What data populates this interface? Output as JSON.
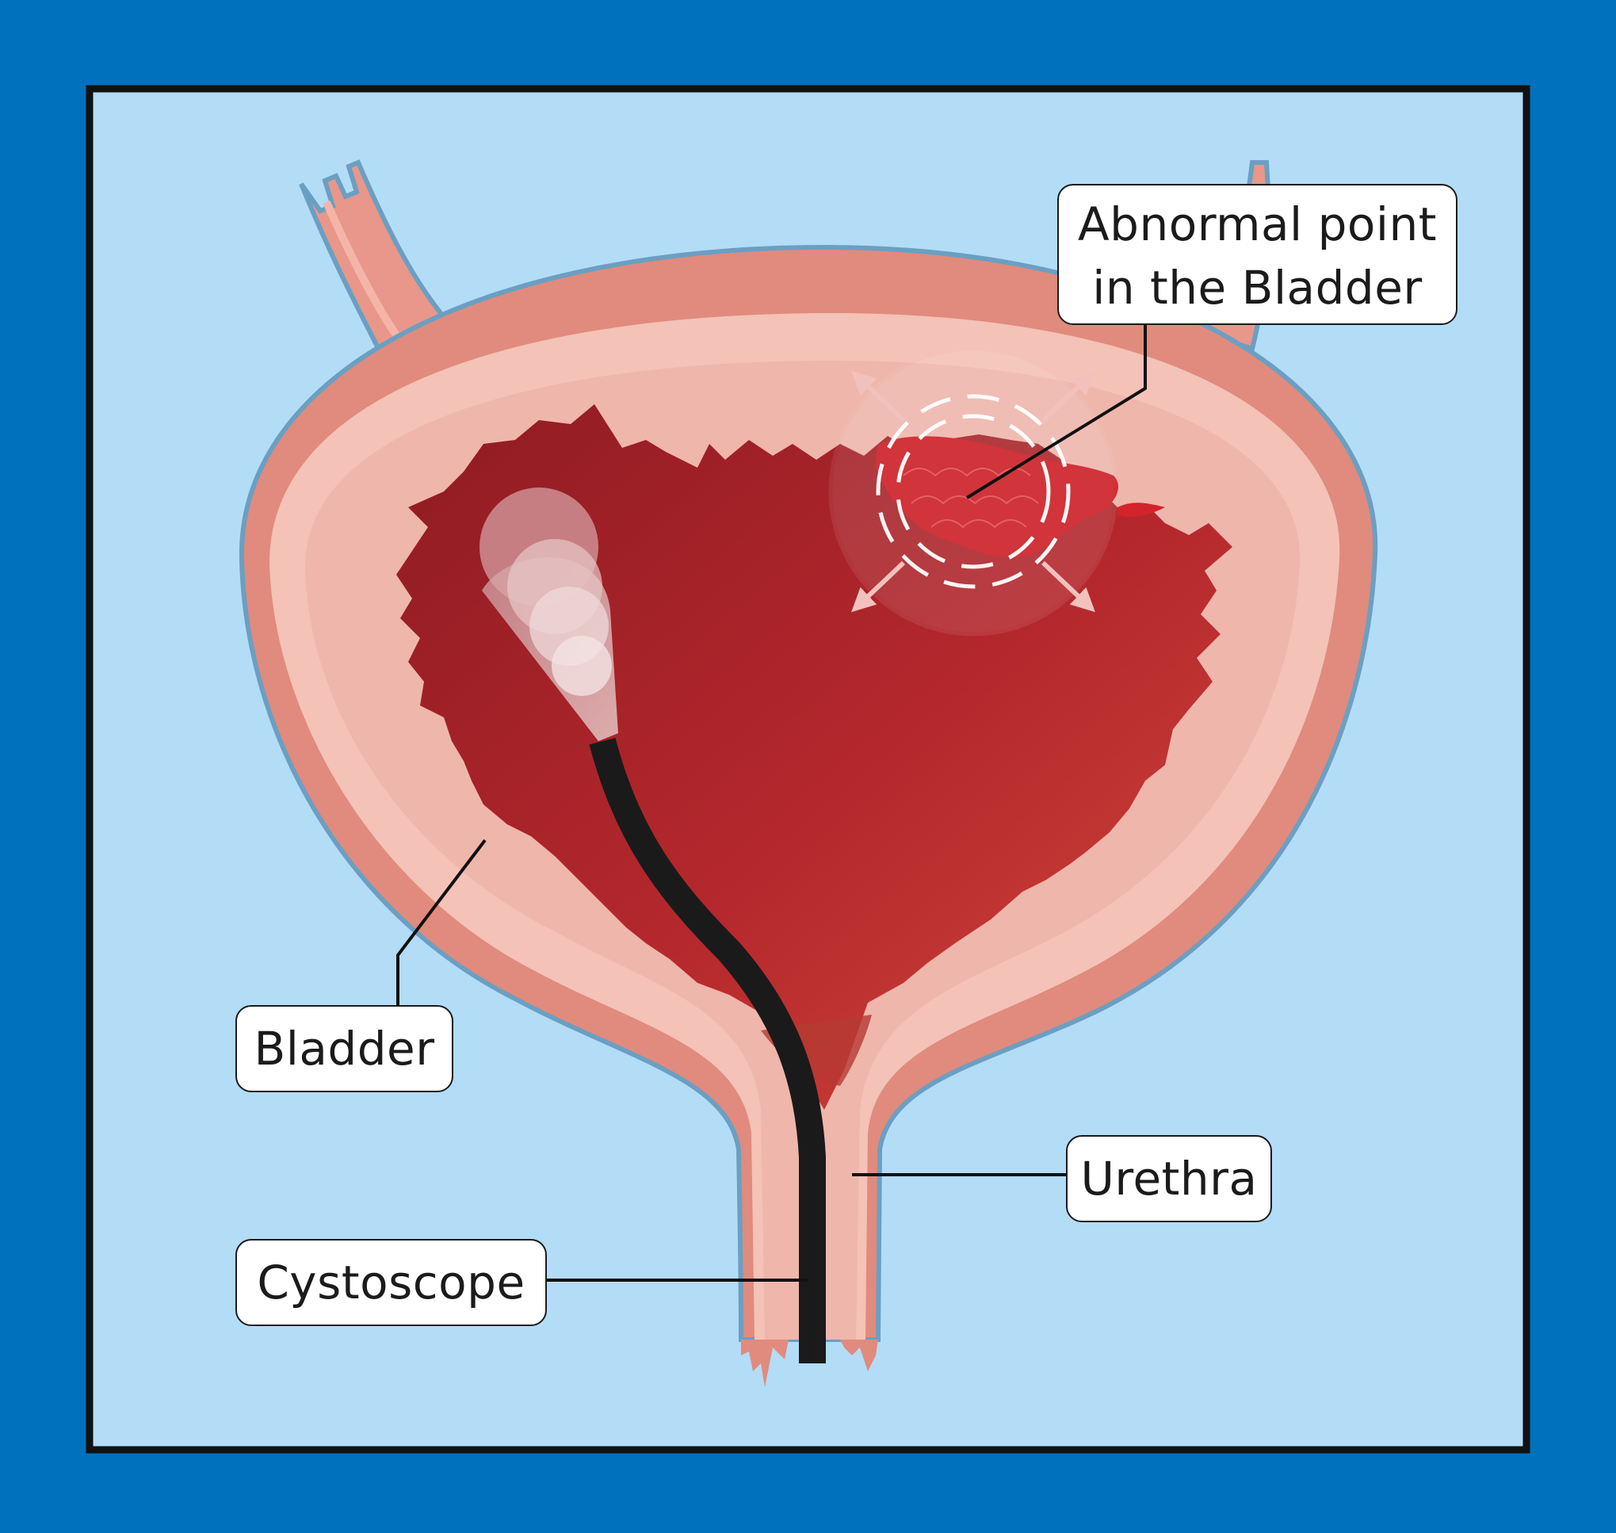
{
  "colors": {
    "frame": "#0071bd",
    "panel_background": "#b3dcf7",
    "panel_border": "#111111",
    "bladder_outer": "#e08b7d",
    "bladder_mid": "#f4c2b6",
    "bladder_inner": "#efb6ac",
    "bladder_cavity": "#b4282c",
    "abnormal_tissue": "#cc1d25",
    "cystoscope": "#1a1a1a",
    "label_background": "#ffffff",
    "label_text": "#1b1b1b"
  },
  "labels": {
    "abnormal_point": {
      "line1": "Abnormal point",
      "line2": "in the Bladder"
    },
    "bladder": "Bladder",
    "urethra": "Urethra",
    "cystoscope": "Cystoscope"
  }
}
